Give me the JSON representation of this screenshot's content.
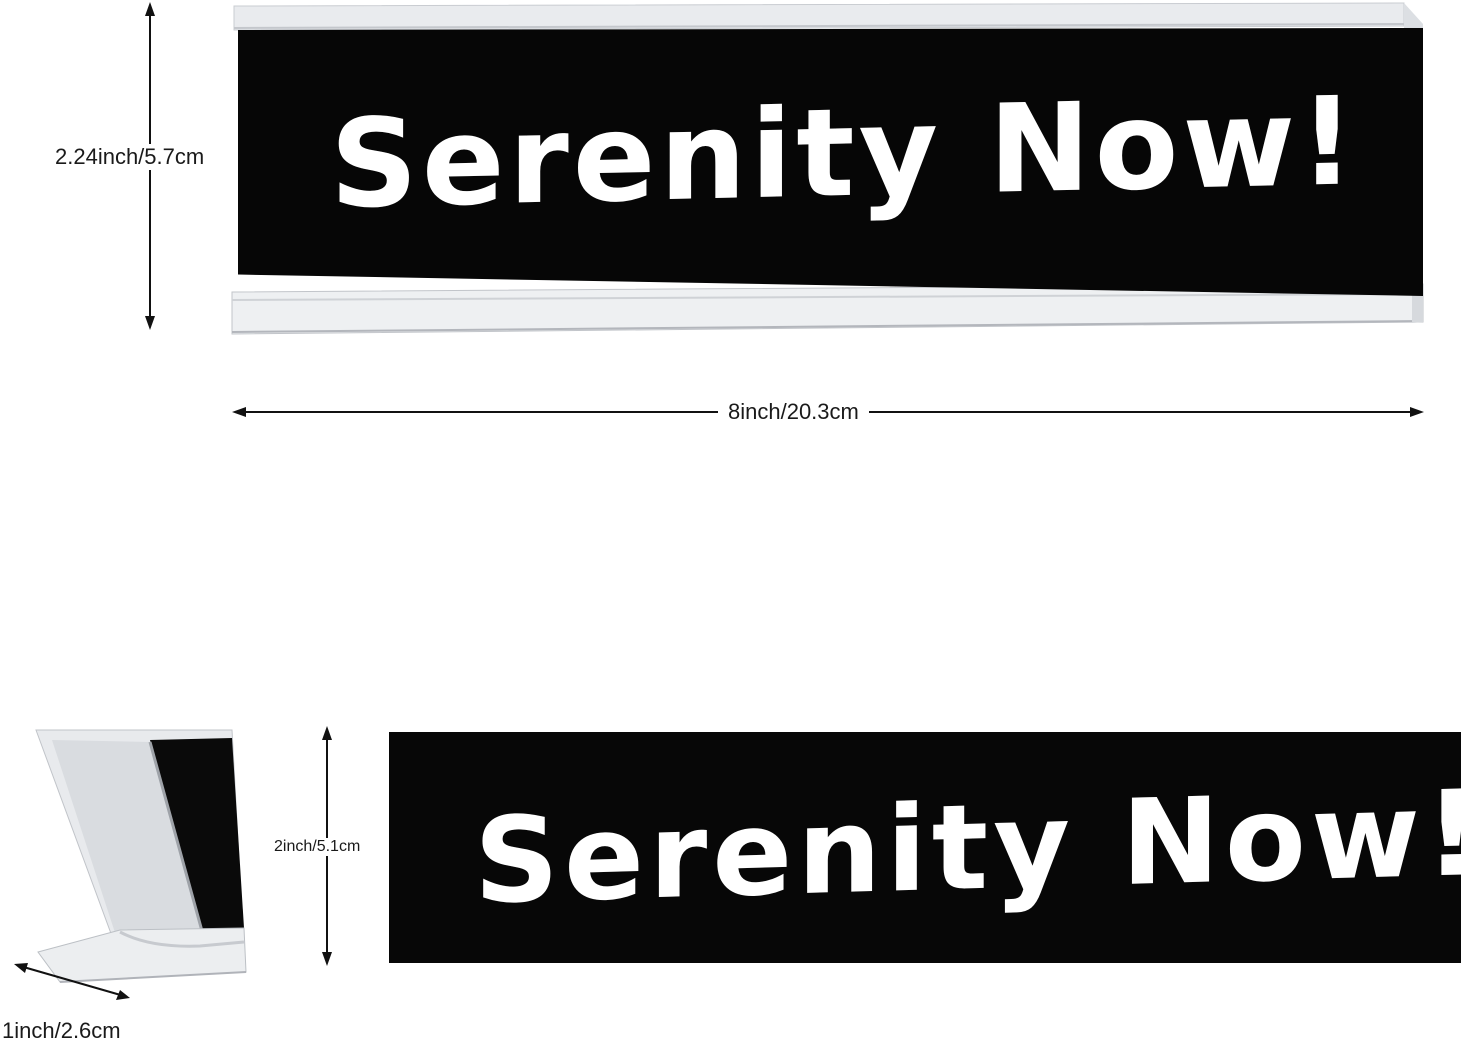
{
  "sign": {
    "top_text": "Serenity Now!",
    "bottom_text": "Serenity Now!"
  },
  "dimensions": {
    "height_holder": "2.24inch/5.7cm",
    "width": "8inch/20.3cm",
    "height_plate": "2inch/5.1cm",
    "depth": "1inch/2.6cm"
  },
  "colors": {
    "plate": "#060606",
    "text": "#ffffff",
    "holder": "#e6e8ec",
    "holder_shadow": "#b9bcc2"
  }
}
